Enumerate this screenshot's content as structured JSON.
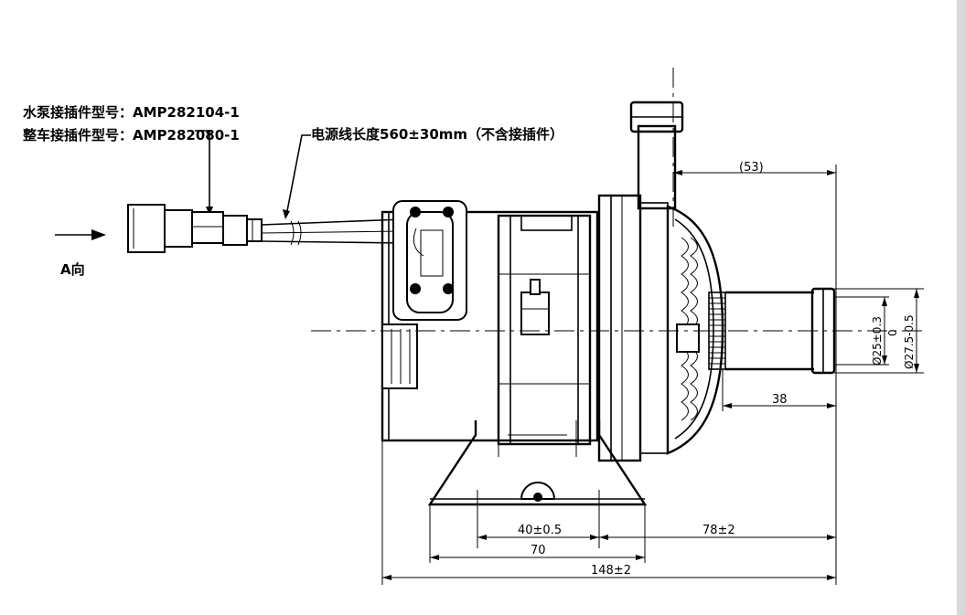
{
  "labels": {
    "pump_connector": "水泵接插件型号：AMP282104-1",
    "vehicle_connector": "整车接插件型号：AMP282080-1",
    "power_cable": "电源线长度560±30mm（不含接插件）",
    "view_direction": "A向"
  },
  "dimensions": {
    "outlet_offset": "(53)",
    "outlet_length": "38",
    "inner_diameter": "Ø25±0.3",
    "center_mark": "0",
    "outer_diameter": "Ø27.5-0.5",
    "bracket_hole_spacing": "40±0.5",
    "center_to_outlet": "78±2",
    "bracket_width": "70",
    "overall_length": "148±2"
  },
  "colors": {
    "line": "#000000",
    "background": "#ffffff",
    "scrollbar": "#d9d9d9"
  }
}
